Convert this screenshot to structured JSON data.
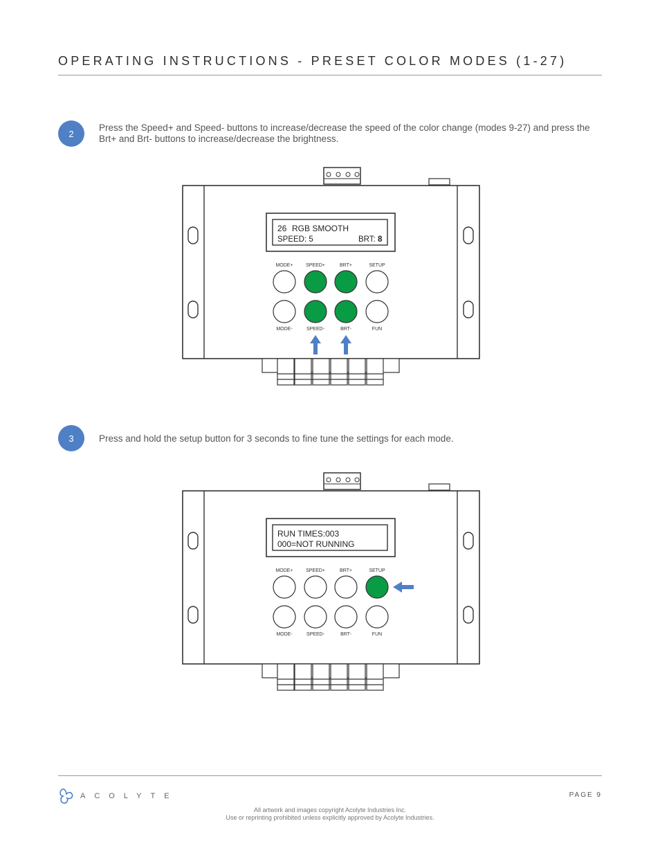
{
  "header": {
    "title": "OPERATING INSTRUCTIONS - PRESET COLOR MODES (1-27)"
  },
  "steps": [
    {
      "number": "2",
      "text": "Press the Speed+ and Speed- buttons to increase/decrease the speed of the color change (modes 9-27) and press the Brt+ and Brt- buttons to increase/decrease the brightness.",
      "display": {
        "line1_num": "26",
        "line1_text": "RGB SMOOTH",
        "line2_left": "SPEED: 5",
        "line2_right_label": "BRT: ",
        "line2_right_value": "8"
      },
      "highlighted_buttons": [
        "speed-plus",
        "brt-plus",
        "speed-minus",
        "brt-minus"
      ]
    },
    {
      "number": "3",
      "text": "Press and hold the setup button for 3 seconds to fine tune the settings for each mode.",
      "display": {
        "line1": "RUN TIMES:003",
        "line2": "000=NOT RUNNING"
      },
      "highlighted_buttons": [
        "setup"
      ]
    }
  ],
  "buttons": {
    "top_labels": [
      "MODE+",
      "SPEED+",
      "BRT+",
      "SETUP"
    ],
    "bottom_labels": [
      "MODE-",
      "SPEED-",
      "BRT-",
      "FUN"
    ]
  },
  "colors": {
    "accent_blue": "#4f80c6",
    "button_green": "#0a9b45"
  },
  "footer": {
    "brand": "ACOLYTE",
    "page": "PAGE 9",
    "copyright_line1": "All artwork and images copyright Acolyte Industries Inc.",
    "copyright_line2": "Use or reprinting prohibited unless explicitly approved by Acolyte Industries."
  }
}
